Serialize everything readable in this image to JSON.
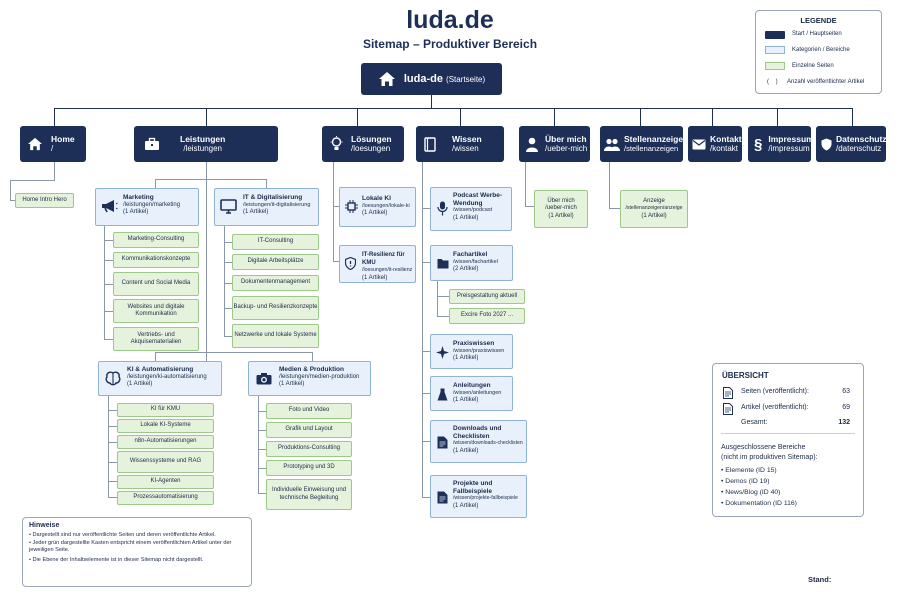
{
  "header": {
    "title": "luda.de",
    "subtitle": "Sitemap – Produktiver Bereich"
  },
  "legend": {
    "title": "LEGENDE",
    "items": [
      {
        "label": "Start / Hauptseiten",
        "color": "#1d2f57"
      },
      {
        "label": "Kategorien / Bereiche",
        "color": "#e8f1fb"
      },
      {
        "label": "Einzelne Seiten",
        "color": "#e6f3dc"
      }
    ],
    "count_symbol": "(    )",
    "count_label": "Anzahl veröffentlichter Artikel"
  },
  "root": {
    "name": "luda-de",
    "sub": "(Startseite)"
  },
  "nav": [
    {
      "id": "home",
      "title": "Home",
      "path": "/",
      "icon": "home-icon"
    },
    {
      "id": "leistungen",
      "title": "Leistungen",
      "path": "/leistungen",
      "icon": "briefcase-icon"
    },
    {
      "id": "loesungen",
      "title": "Lösungen",
      "path": "/loesungen",
      "icon": "lightbulb-icon"
    },
    {
      "id": "wissen",
      "title": "Wissen",
      "path": "/wissen",
      "icon": "book-icon"
    },
    {
      "id": "uebermich",
      "title": "Über mich",
      "path": "/ueber-mich",
      "icon": "person-icon"
    },
    {
      "id": "stellen",
      "title": "Stellenanzeigen",
      "path": "/stellenanzeigen",
      "icon": "people-icon"
    },
    {
      "id": "kontakt",
      "title": "Kontakt",
      "path": "/kontakt",
      "icon": "mail-icon"
    },
    {
      "id": "impressum",
      "title": "Impressum",
      "path": "/impressum",
      "icon": "paragraph-icon"
    },
    {
      "id": "datenschutz",
      "title": "Datenschutz",
      "path": "/datenschutz",
      "icon": "shield-icon"
    }
  ],
  "home_child": "Home Intro Hero",
  "leistungen_cats": [
    {
      "title": "Marketing",
      "path": "/leistungen/marketing",
      "count": "(1 Artikel)",
      "icon": "megaphone-icon",
      "pages": [
        "Marketing-Consulting",
        "Kommunikationskonzepte",
        "Content und Social Media",
        "Websites und digitale Kommunikation",
        "Vertriebs- und Akquisematerialien"
      ]
    },
    {
      "title": "IT & Digitalisierung",
      "path": "/leistungen/it-digitalisierung",
      "count": "(1 Artikel)",
      "icon": "monitor-icon",
      "pages": [
        "IT-Consulting",
        "Digitale Arbeitsplätze",
        "Dokumentenmanagement",
        "Backup- und Resilienzkonzepte",
        "Netzwerke und lokale Systeme"
      ]
    },
    {
      "title": "KI & Automatisierung",
      "path": "/leistungen/ki-automatisierung",
      "count": "(1 Artikel)",
      "icon": "brain-icon",
      "pages": [
        "KI für KMU",
        "Lokale KI-Systeme",
        "n8n-Automatisierungen",
        "Wissenssysteme und RAG",
        "KI-Agenten",
        "Prozessautomatisierung"
      ]
    },
    {
      "title": "Medien & Produktion",
      "path": "/leistungen/medien-produktion",
      "count": "(1 Artikel)",
      "icon": "camera-icon",
      "pages": [
        "Foto und Video",
        "Grafik und Layout",
        "Produktions-Consulting",
        "Prototyping und 3D",
        "Individuelle Einweisung und technische Begleitung"
      ]
    }
  ],
  "loesungen_cats": [
    {
      "title": "Lokale KI",
      "path": "/loesungen/lokale-ki",
      "count": "(1 Artikel)",
      "icon": "chip-icon"
    },
    {
      "title": "IT-Resilienz für KMU",
      "path": "/loesungen/it-resilienz",
      "count": "(1 Artikel)",
      "icon": "shield-icon"
    }
  ],
  "wissen_cats": [
    {
      "title": "Podcast Werbe-Wendung",
      "path": "/wissen/podcast",
      "count": "(1 Artikel)",
      "icon": "microphone-icon"
    },
    {
      "title": "Fachartikel",
      "path": "/wissen/fachartikel",
      "count": "(2 Artikel)",
      "icon": "folder-icon"
    },
    {
      "title": "Praxiswissen",
      "path": "/wissen/praxiswissen",
      "count": "(1 Artikel)",
      "icon": "sparkle-icon"
    },
    {
      "title": "Anleitungen",
      "path": "/wissen/anleitungen",
      "count": "(1 Artikel)",
      "icon": "flask-icon"
    },
    {
      "title": "Downloads und Checklisten",
      "path": "/wissen/downloads-checklisten",
      "count": "(1 Artikel)",
      "icon": "document-icon"
    },
    {
      "title": "Projekte und Fallbeispiele",
      "path": "/wissen/projekte-fallbeispiele",
      "count": "(1 Artikel)",
      "icon": "document-icon"
    }
  ],
  "fachartikel_pages": [
    "Preisgestaltung aktuell",
    "Excire Foto 2027 ..."
  ],
  "uebermich_cat": {
    "title": "Über mich",
    "path": "/ueber-mich",
    "count": "(1 Artikel)"
  },
  "stellen_cat": {
    "title": "Anzeige",
    "path": "/stellenanzeigen/anzeige",
    "count": "(1 Artikel)"
  },
  "overview": {
    "title": "ÜBERSICHT",
    "rows": [
      {
        "label": "Seiten (veröffentlicht):",
        "value": "63"
      },
      {
        "label": "Artikel (veröffentlicht):",
        "value": "69"
      }
    ],
    "total_label": "Gesamt:",
    "total_value": "132",
    "excluded_title": "Ausgeschlossene Bereiche",
    "excluded_sub": "(nicht im produktiven Sitemap):",
    "excluded": [
      "Elemente (ID 15)",
      "Demos (ID 19)",
      "News/Blog (ID 40)",
      "Dokumentation (ID 116)"
    ]
  },
  "notes": {
    "title": "Hinweise",
    "items": [
      "Dargestellt sind nur veröffentlichte Seiten und deren veröffentlichte Artikel.",
      "Jeder grün dargestellte Kasten entspricht einem veröffentlichten Artikel unter der jeweiligen Seite.",
      "Die Ebene der Inhaltselemente ist in dieser Sitemap nicht dargestellt."
    ]
  },
  "footer": {
    "stand_label": "Stand:"
  }
}
